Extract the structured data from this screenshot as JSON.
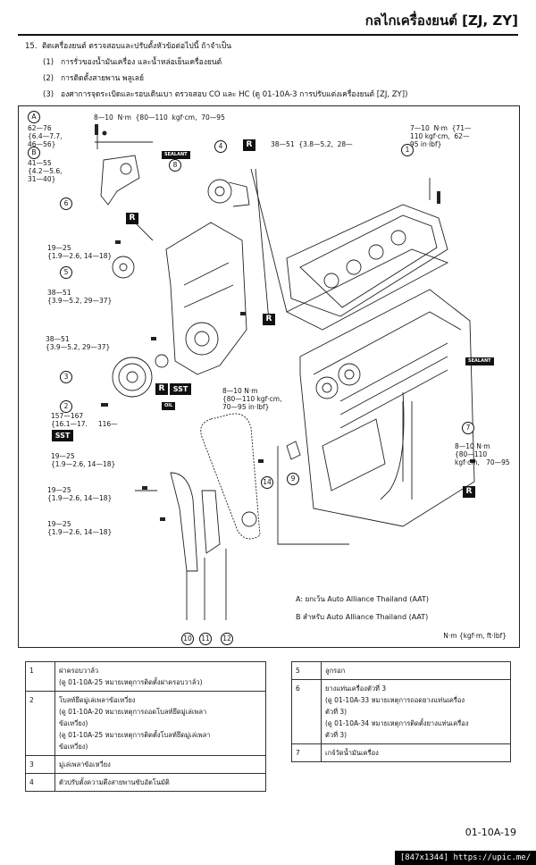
{
  "header": {
    "title": "กลไกเครื่องยนต์ [ZJ, ZY]"
  },
  "step": {
    "number": "15.",
    "text": "ติดเครื่องยนต์ ตรวจสอบและปรับตั้งหัวข้อต่อไปนี้ ถ้าจำเป็น",
    "items": [
      {
        "n": "(1)",
        "text": "การรั่วของน้ำมันเครื่อง และน้ำหล่อเย็นเครื่องยนต์"
      },
      {
        "n": "(2)",
        "text": "การติดตั้งสายพาน พลูเลย์"
      },
      {
        "n": "(3)",
        "text": "องศาการจุดระเบิดและรอบเดินเบา ตรวจสอบ CO และ HC (ดู 01-10A-3 การปรับแต่งเครื่องยนต์ [ZJ, ZY])"
      }
    ]
  },
  "diagram": {
    "torque_labels": [
      "8—10  N·m  {80—110  kgf·cm,  70—95",
      "62—76\n{6.4—7.7,\n46—56}",
      "41—55\n{4.2—5.6,\n31—40}",
      "38—51  {3.8—5.2,  28—",
      "7—10  N·m  {71—\n110 kgf·cm,  62—\n95 in·lbf}",
      "19—25\n{1.9—2.6, 14—18}",
      "38—51\n{3.9—5.2, 29—37}",
      "38—51\n{3.9—5.2, 29—37}",
      "8—10 N·m\n{80—110 kgf·cm,\n70—95 in·lbf}",
      "157—167\n{16.1—17.     116—",
      "19—25\n{1.9—2.6, 14—18}",
      "19—25\n{1.9—2.6, 14—18}",
      "19—25\n{1.9—2.6, 14—18}",
      "8—10 N·m\n{80—110\nkgf·cm,   70—95"
    ],
    "marks": {
      "r": "R",
      "sst": "SST",
      "sealant": "SEALANT",
      "oil": "OIL",
      "a": "A",
      "b": "B"
    },
    "callouts": [
      "1",
      "2",
      "3",
      "4",
      "5",
      "6",
      "7",
      "8",
      "9",
      "10",
      "11",
      "12",
      "14"
    ],
    "legend": {
      "a": "A: ยกเว้น Auto Alliance Thailand (AAT)",
      "b": "B สำหรับ Auto Alliance Thailand (AAT)"
    },
    "units": "N·m {kgf·m,  ft·lbf}"
  },
  "parts_left": [
    {
      "num": "1",
      "lines": [
        "ฝาครอบวาล์ว",
        "(ดู 01-10A-25 หมายเหตุการติดตั้งฝาครอบวาล์ว)"
      ]
    },
    {
      "num": "2",
      "lines": [
        "โบลท์ยึดมู่เล่เพลาข้อเหวี่ยง",
        "(ดู 01-10A-20 หมายเหตุการถอดโบลท์ยึดมู่เล่เพลา",
        "ข้อเหวี่ยง)",
        "(ดู 01-10A-25  หมายเหตุการติดตั้งโบลท์ยึดมู่เล่เพลา",
        "ข้อเหวี่ยง)"
      ]
    },
    {
      "num": "3",
      "lines": [
        "มู่เล่เพลาข้อเหวี่ยง"
      ]
    },
    {
      "num": "4",
      "lines": [
        "ตัวปรับตั้งความตึงสายพานขับอัตโนมัติ"
      ]
    }
  ],
  "parts_right": [
    {
      "num": "5",
      "lines": [
        "ลูกรอก"
      ]
    },
    {
      "num": "6",
      "lines": [
        "ยางแท่นเครื่องตัวที่ 3",
        "(ดู 01-10A-33 หมายเหตุการถอดยางแท่นเครื่อง",
        "ตัวที่ 3)",
        "(ดู 01-10A-34 หมายเหตุการติดตั้งยางแท่นเครื่อง",
        "ตัวที่ 3)"
      ]
    },
    {
      "num": "7",
      "lines": [
        "เกจ์วัดน้ำมันเครื่อง"
      ]
    }
  ],
  "page": "01-10A-19",
  "watermark": "[847x1344] https://upic.me/"
}
